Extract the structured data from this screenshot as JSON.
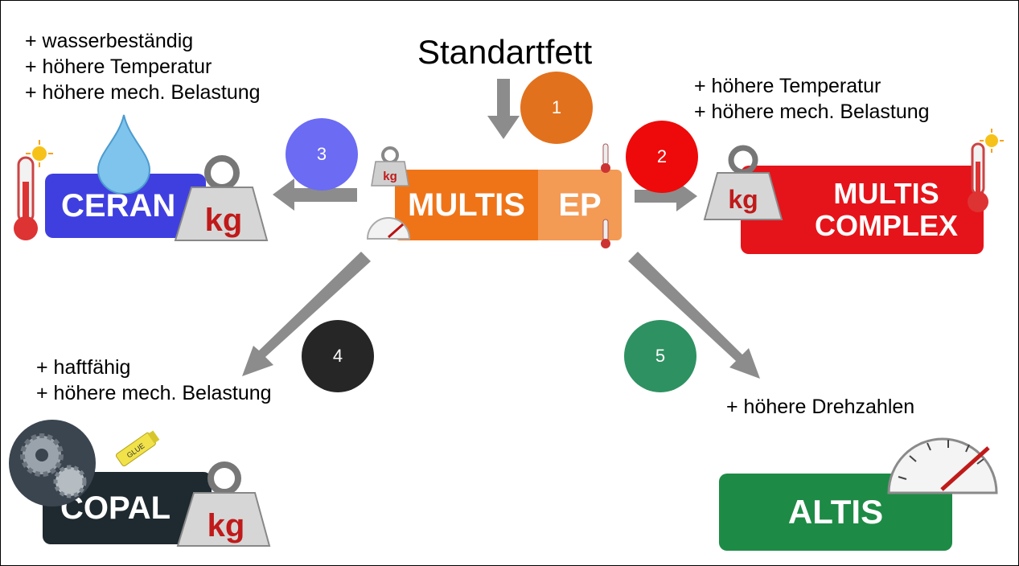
{
  "title": "Standartfett",
  "steps": [
    "1",
    "2",
    "3",
    "4",
    "5"
  ],
  "products": {
    "center": {
      "label_a": "MULTIS",
      "label_b": "EP",
      "kg": "kg"
    },
    "ceran": {
      "label": "CERAN",
      "kg": "kg"
    },
    "complex": {
      "line1": "MULTIS",
      "line2": "COMPLEX",
      "kg": "kg"
    },
    "copal": {
      "label": "COPAL",
      "kg": "kg",
      "glue": "GLUE"
    },
    "altis": {
      "label": "ALTIS"
    }
  },
  "benefits": {
    "ceran": [
      "+ wasserbeständig",
      "+ höhere Temperatur",
      "+ höhere mech. Belastung"
    ],
    "complex": [
      "+ höhere Temperatur",
      "+ höhere mech. Belastung"
    ],
    "copal": [
      "+ haftfähig",
      "+ höhere mech. Belastung"
    ],
    "altis": [
      "+ höhere Drehzahlen"
    ]
  },
  "colors": {
    "arrow": "#8c8c8c",
    "step1": "#e2711d",
    "step2": "#ee0a0a",
    "step3": "#6b6bf3",
    "step4": "#262626",
    "step5": "#2e9161",
    "ceran": "#3f3fe0",
    "complex": "#e5141a",
    "multis": "#ef7418",
    "copal": "#1e2a30",
    "altis": "#1d8b45"
  },
  "icons": [
    "thermometer-icon",
    "sun-icon",
    "water-drop-icon",
    "weight-icon",
    "gauge-icon",
    "gears-icon",
    "glue-stick-icon"
  ]
}
